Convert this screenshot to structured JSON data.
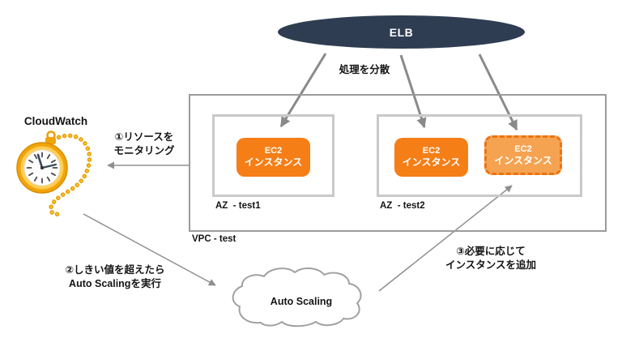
{
  "elb": {
    "label": "ELB"
  },
  "labels": {
    "distribute": "処理を分散",
    "vpc": "VPC - test",
    "az1": "AZ  - test1",
    "az2": "AZ  - test2",
    "cloudwatch": "CloudWatch",
    "autoscaling": "Auto Scaling"
  },
  "ec2": {
    "line1": "EC2",
    "line2": "インスタンス"
  },
  "steps": {
    "step1": {
      "line1": "①リソースを",
      "line2": "モニタリング"
    },
    "step2": {
      "line1": "②しきい値を超えたら",
      "line2": "Auto Scalingを実行"
    },
    "step3": {
      "line1": "③必要に応じて",
      "line2": "インスタンスを追加"
    }
  },
  "colors": {
    "elb_navy": "#2e3d52",
    "ec2_orange": "#f57e17",
    "ec2_new_fill": "#f5a351",
    "ec2_new_border": "#ec7211",
    "arrow_gray": "#8a8a8a",
    "container_border_gray": "#9b9b9b",
    "az_border_gray": "#c9c9c9",
    "watch_gold": "#f0a30a",
    "cloud_outline_gray": "#a0a0a0"
  }
}
